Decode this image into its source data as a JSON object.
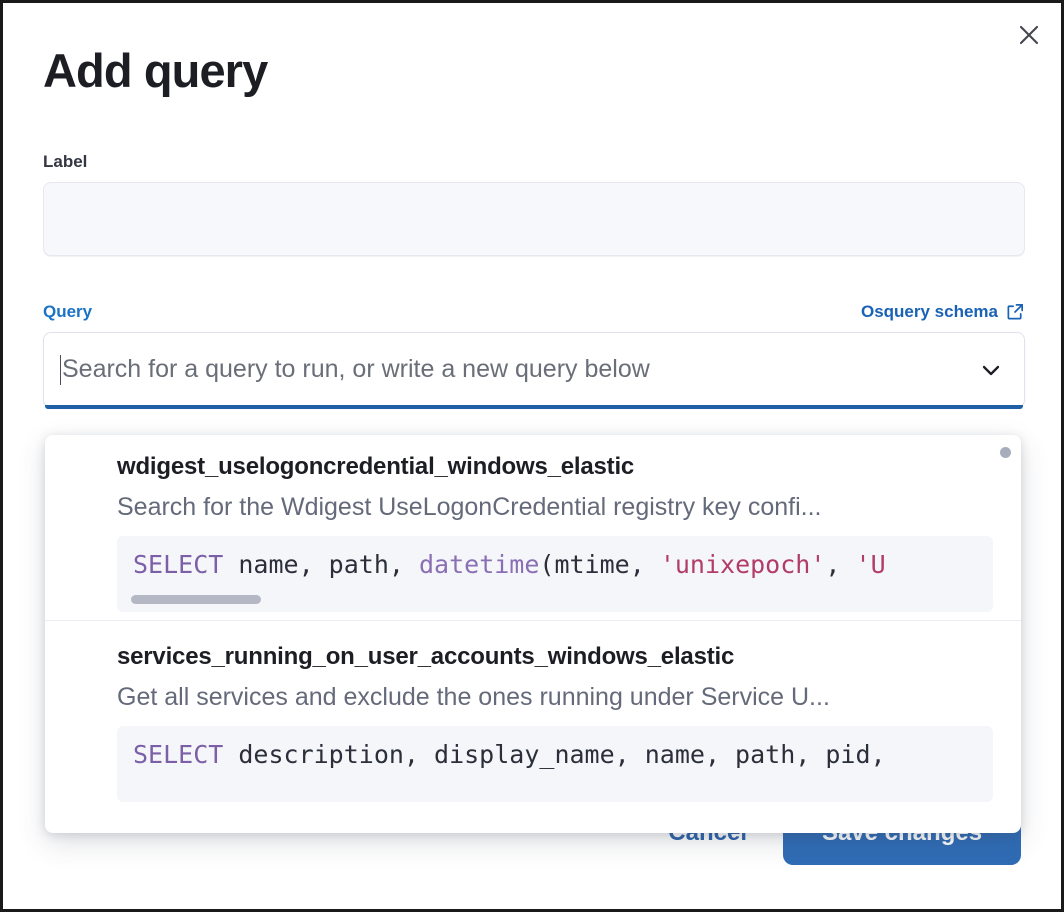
{
  "modal": {
    "title": "Add query",
    "close_icon": "close-icon",
    "label_field": {
      "label": "Label",
      "value": "",
      "placeholder": ""
    },
    "query_field": {
      "label": "Query",
      "schema_link": "Osquery schema",
      "schema_link_icon": "external-link-icon",
      "placeholder": "Search for a query to run, or write a new query below",
      "value": "",
      "chevron_icon": "chevron-down-icon"
    },
    "footer": {
      "cancel_label": "Cancel",
      "save_label": "Save changes"
    }
  },
  "dropdown": {
    "options": [
      {
        "title": "wdigest_uselogoncredential_windows_elastic",
        "description": "Search for the Wdigest UseLogonCredential registry key confi...",
        "code": {
          "keyword": "SELECT",
          "mid": " name, path, ",
          "fn": "datetime",
          "open": "(mtime, ",
          "str1": "'unixepoch'",
          "comma": ", ",
          "str2": "'U"
        }
      },
      {
        "title": "services_running_on_user_accounts_windows_elastic",
        "description": "Get all services and exclude the ones running under Service U...",
        "code": {
          "keyword": "SELECT",
          "mid": " description, display_name, name, path, pid,",
          "fn": "",
          "open": "",
          "str1": "",
          "comma": "",
          "str2": ""
        }
      }
    ]
  },
  "colors": {
    "accent_blue": "#2f6cb5",
    "link_blue": "#1a62b5",
    "focus_underline": "#1f5fa8",
    "sql_keyword": "#7b5fa7",
    "sql_string": "#b23c68",
    "code_bg": "#f5f6fa",
    "input_bg": "#f7f8fc"
  }
}
